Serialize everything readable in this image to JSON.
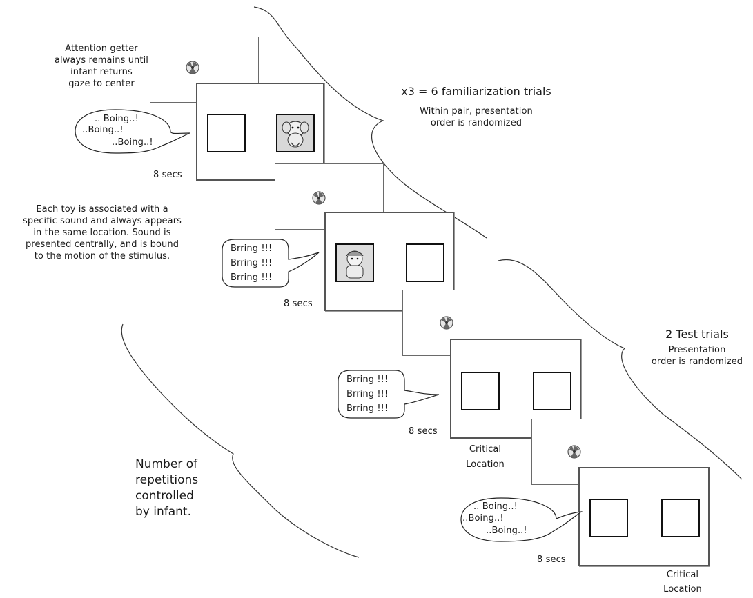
{
  "diagram": {
    "attention_getter_note": [
      "Attention getter",
      "always remains until",
      "infant returns",
      "gaze to center"
    ],
    "toy_note": [
      "Each toy is associated with a",
      "specific sound and always appears",
      "in the same location. Sound is",
      "presented centrally, and is bound",
      "to the motion of the stimulus."
    ],
    "repetitions_note": [
      "Number of",
      "repetitions",
      "controlled",
      "by infant."
    ],
    "familiarization": {
      "title": "x3 = 6 familiarization trials",
      "subtitle": [
        "Within pair, presentation",
        "order is randomized"
      ]
    },
    "test": {
      "title": "2 Test trials",
      "subtitle": [
        "Presentation",
        "order is randomized"
      ]
    },
    "duration_label": "8 secs",
    "critical_location": [
      "Critical",
      "Location"
    ],
    "sounds": {
      "boing": [
        ".. Boing..!",
        "..Boing..!",
        "..Boing..!"
      ],
      "brring": [
        "Brring !!!",
        "Brring !!!",
        "Brring !!!"
      ]
    },
    "icons": {
      "attention_getter": "attention-getter-icon",
      "toy_a": "elephant-toy-icon",
      "toy_b": "doll-toy-icon"
    }
  }
}
